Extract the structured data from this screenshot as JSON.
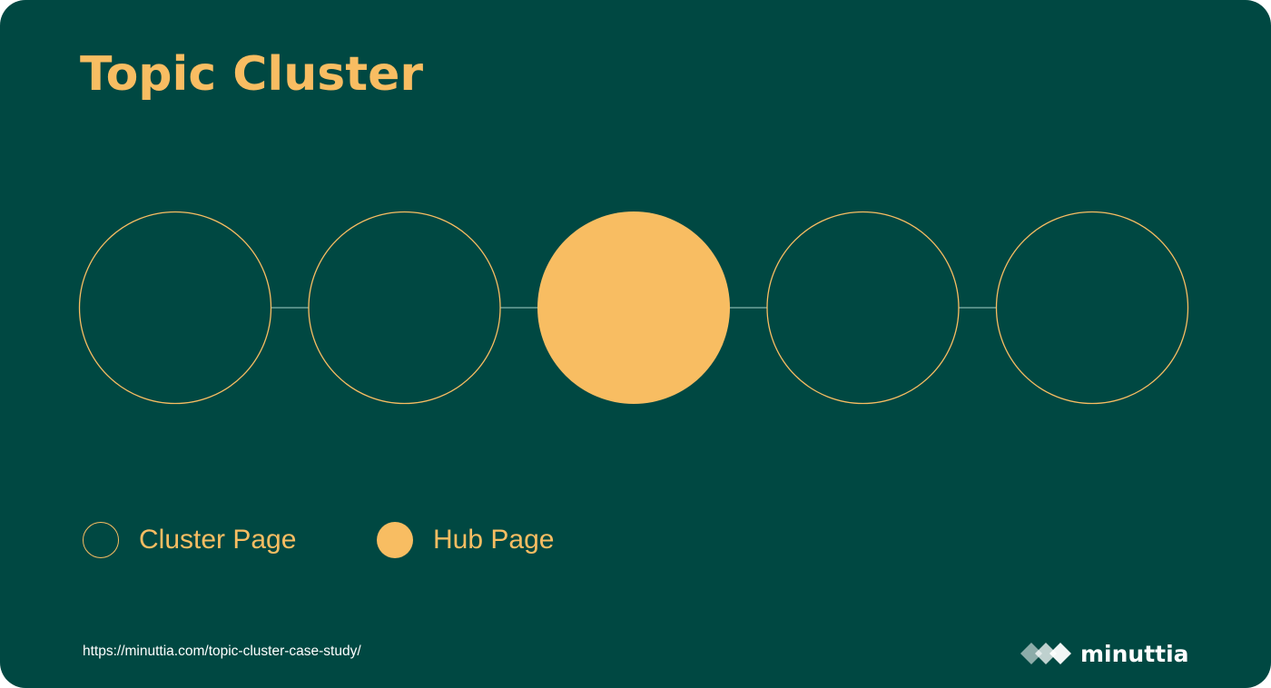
{
  "title": "Topic Cluster",
  "diagram": {
    "nodes": [
      {
        "role": "cluster"
      },
      {
        "role": "cluster"
      },
      {
        "role": "hub"
      },
      {
        "role": "cluster"
      },
      {
        "role": "cluster"
      }
    ],
    "edges": [
      [
        0,
        1
      ],
      [
        1,
        2
      ],
      [
        2,
        3
      ],
      [
        3,
        4
      ]
    ]
  },
  "legend": {
    "cluster_label": "Cluster Page",
    "hub_label": "Hub Page"
  },
  "footer": {
    "url": "https://minuttia.com/topic-cluster-case-study/",
    "brand": "minuttia"
  },
  "colors": {
    "background": "#004842",
    "accent": "#f8bd62",
    "connector": "#6fa39b",
    "footer_text": "#ffffff"
  }
}
